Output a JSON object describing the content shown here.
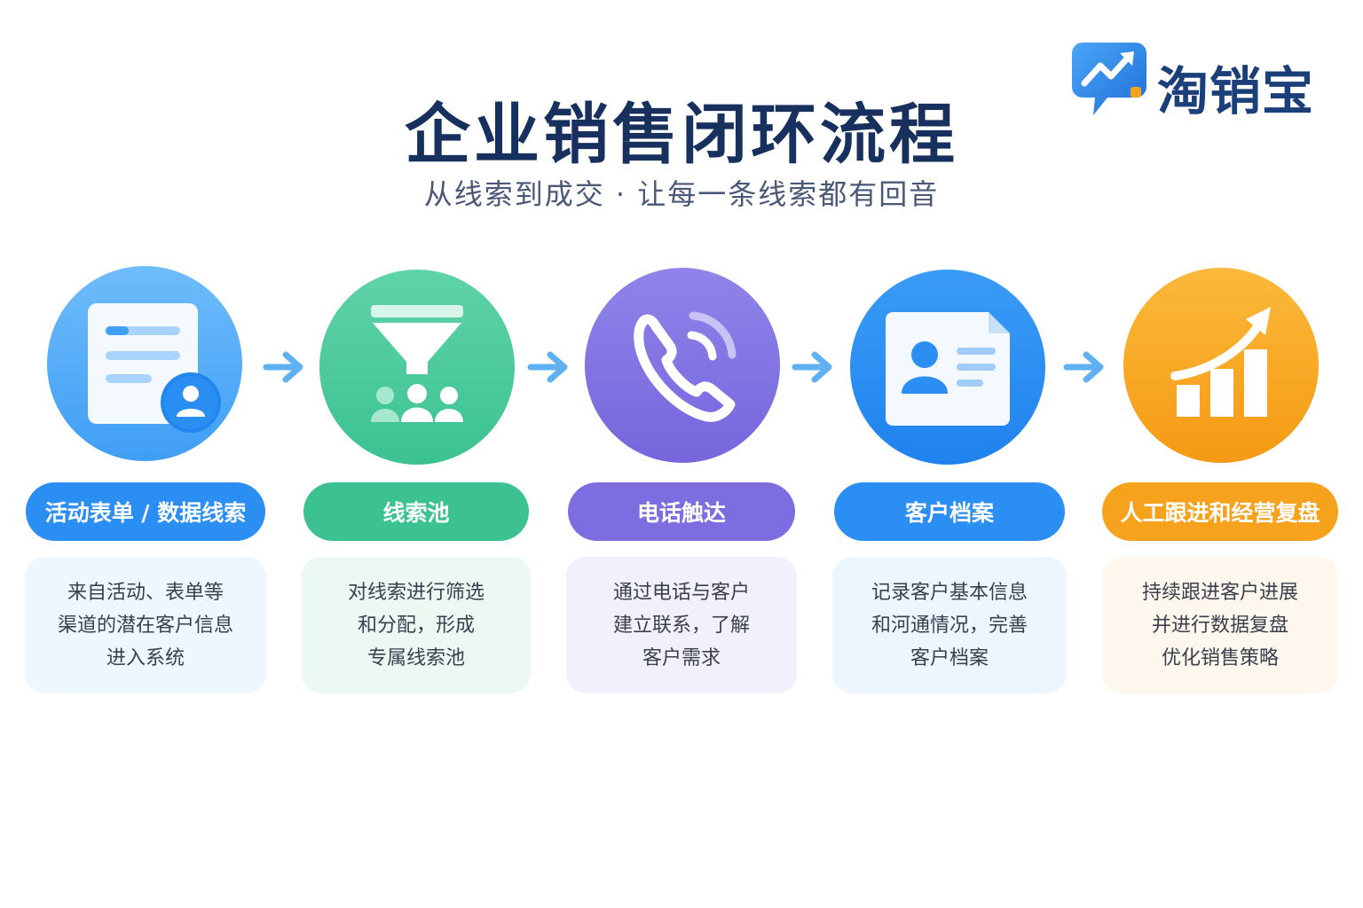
{
  "brand": {
    "name": "淘销宝",
    "icon": "trend-chart-logo-icon"
  },
  "header": {
    "title": "企业销售闭环流程",
    "subtitle": "从线索到成交 · 让每一条线索都有回音"
  },
  "colors": {
    "title": "#17305e",
    "step1": "#3f9ef5",
    "step2": "#3cc291",
    "step3": "#7c6ee0",
    "step4": "#2b8ef3",
    "step5": "#f7a21d",
    "arrow": "#5fb1f2"
  },
  "steps": [
    {
      "icon": "form-with-user-icon",
      "label": "活动表单 / 数据线索",
      "lines": [
        "来自活动、表单等",
        "渠道的潜在客户信息",
        "进入系统"
      ]
    },
    {
      "icon": "funnel-people-icon",
      "label": "线索池",
      "lines": [
        "对线索进行筛选",
        "和分配，形成",
        "专属线索池"
      ]
    },
    {
      "icon": "phone-call-icon",
      "label": "电话触达",
      "lines": [
        "通过电话与客户",
        "建立联系，了解",
        "客户需求"
      ]
    },
    {
      "icon": "contact-card-icon",
      "label": "客户档案",
      "lines": [
        "记录客户基本信息",
        "和河通情况，完善",
        "客户档案"
      ]
    },
    {
      "icon": "growth-chart-icon",
      "label": "人工跟进和经营复盘",
      "lines": [
        "持续跟进客户进展",
        "并进行数据复盘",
        "优化销售策略"
      ]
    }
  ]
}
